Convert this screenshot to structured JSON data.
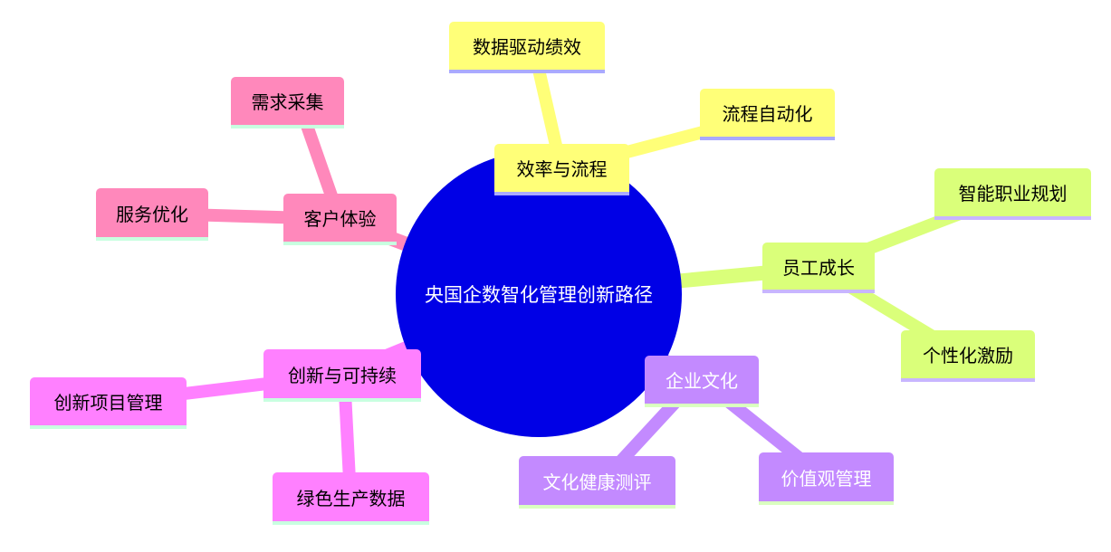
{
  "root": "央国企数智化管理创新路径",
  "colors": {
    "root": "#0000e6",
    "efficiency": "#ffff78",
    "growth": "#daff7a",
    "culture": "#c38aff",
    "customer": "#ff88bb",
    "innovation": "#ff80ff"
  },
  "branches": {
    "efficiency": {
      "label": "效率与流程",
      "children": [
        "数据驱动绩效",
        "流程自动化"
      ]
    },
    "growth": {
      "label": "员工成长",
      "children": [
        "智能职业规划",
        "个性化激励"
      ]
    },
    "culture": {
      "label": "企业文化",
      "children": [
        "文化健康测评",
        "价值观管理"
      ]
    },
    "customer": {
      "label": "客户体验",
      "children": [
        "需求采集",
        "服务优化"
      ]
    },
    "innovation": {
      "label": "创新与可持续",
      "children": [
        "创新项目管理",
        "绿色生产数据"
      ]
    }
  }
}
